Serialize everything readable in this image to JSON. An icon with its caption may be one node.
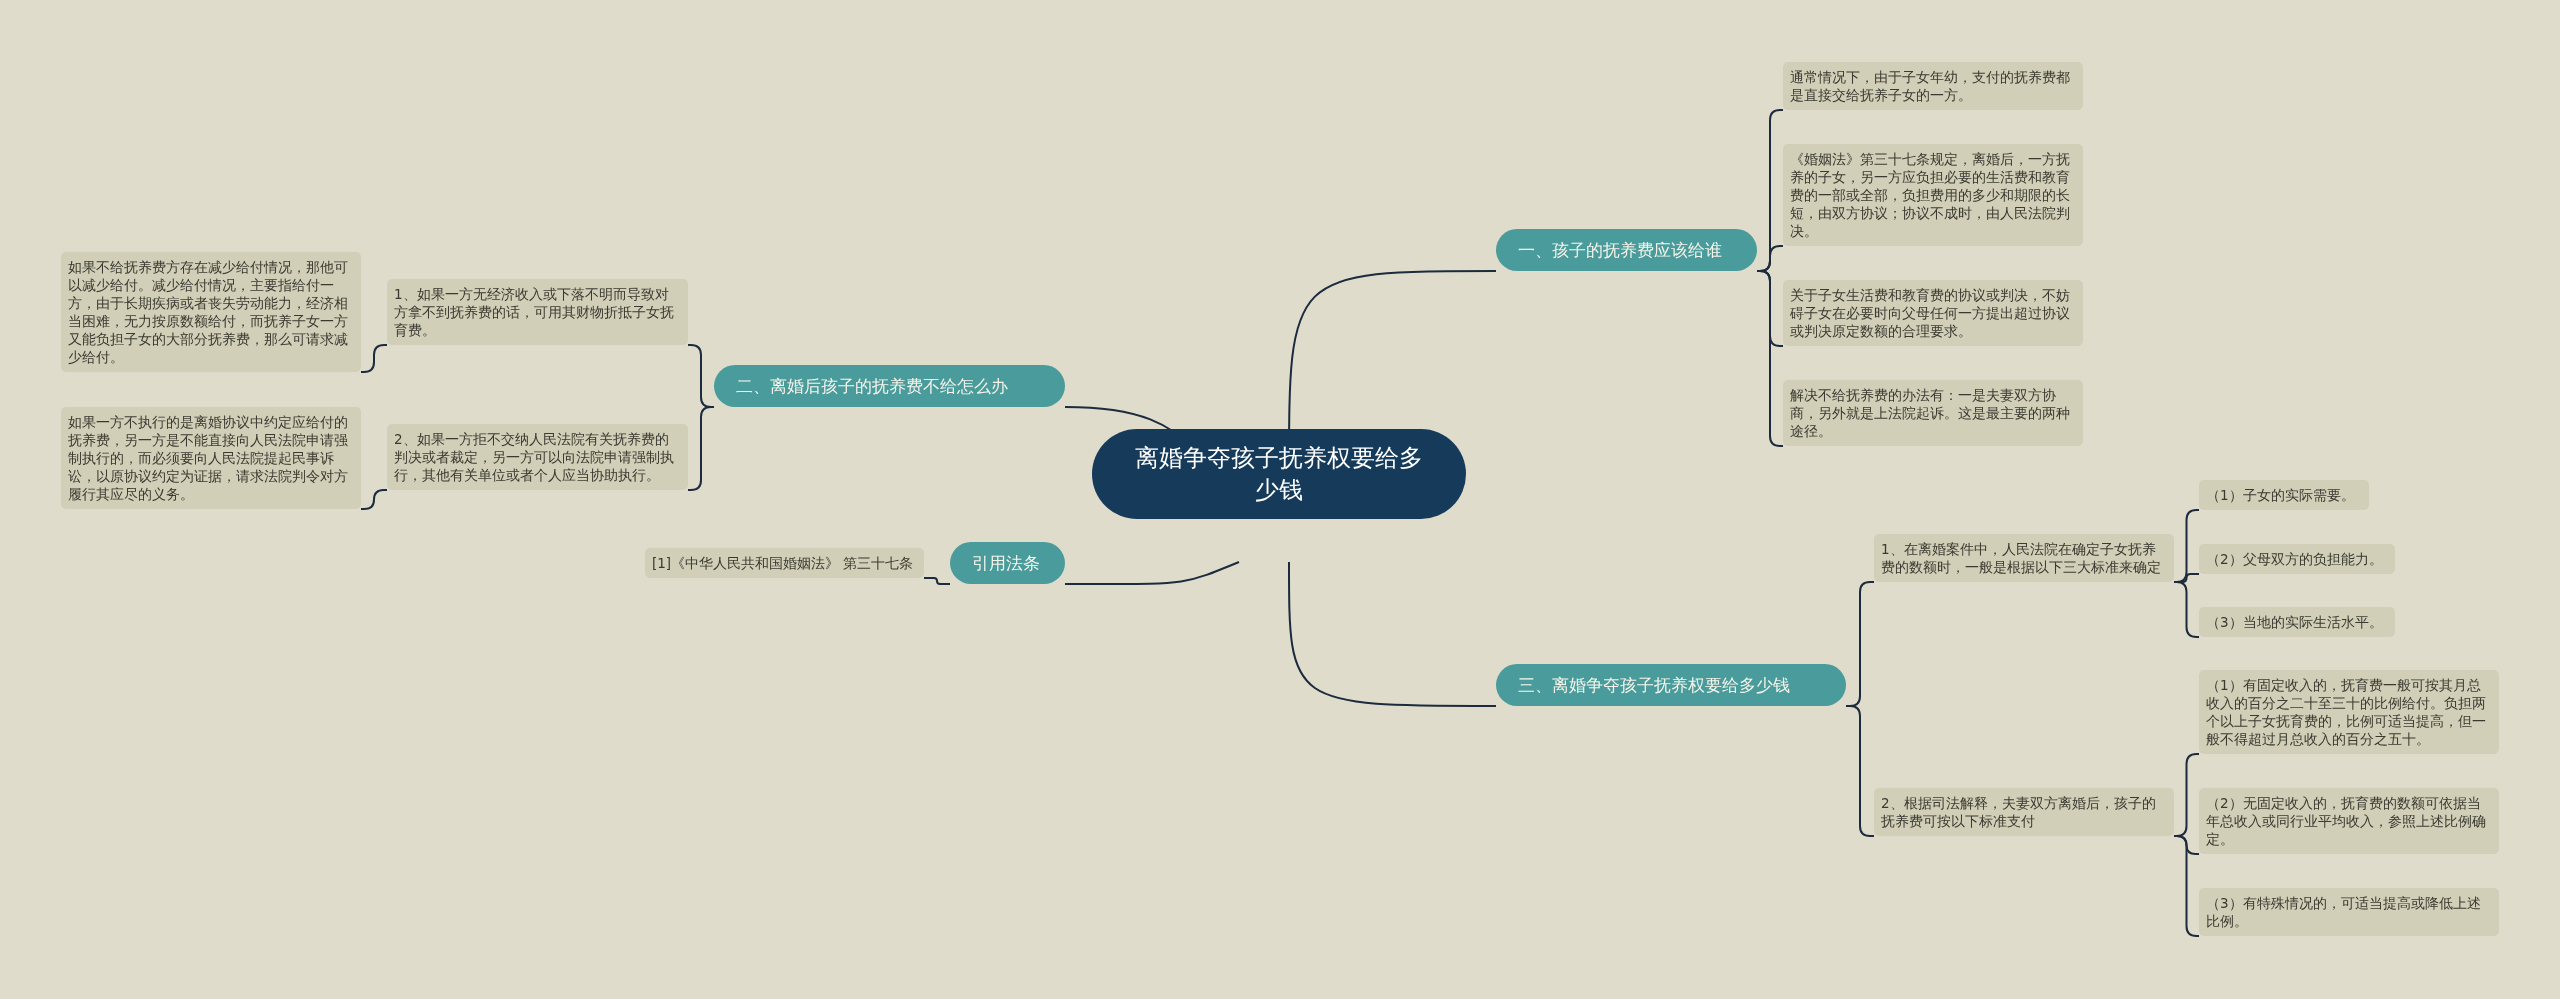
{
  "diagram": {
    "nodes": [
      {
        "text": [
          "离婚争夺孩子抚养权要给多少钱"
        ]
      },
      {
        "text": [
          "一、孩子的抚养费应该给谁"
        ]
      },
      {
        "text": [
          "通常情况下，由于子女年幼，支付的抚养费都是直接交给抚养子女的一方。"
        ]
      },
      {
        "text": [
          "《婚姻法》第三十七条规定，离婚后，一方抚养的子女，另一方应负担必要的生活费和教育费的一部或全部，负担费用的多少和期限的长短，由双方协议；协议不成时，由人民法院判决。"
        ]
      },
      {
        "text": [
          "关于子女生活费和教育费的协议或判决，不妨碍子女在必要时向父母任何一方提出超过协议或判决原定数额的合理要求。"
        ]
      },
      {
        "text": [
          "解决不给抚养费的办法有：一是夫妻双方协商，另外就是上法院起诉。这是最主要的两种途径。"
        ]
      },
      {
        "text": [
          "三、离婚争夺孩子抚养权要给多少钱"
        ]
      },
      {
        "text": [
          "1、在离婚案件中，人民法院在确定子女抚养费的数额时，一般是根据以下三大标准来确定"
        ]
      },
      {
        "text": [
          "（1）子女的实际需要。"
        ]
      },
      {
        "text": [
          "（2）父母双方的负担能力。"
        ]
      },
      {
        "text": [
          "（3）当地的实际生活水平。"
        ]
      },
      {
        "text": [
          "2、根据司法解释，夫妻双方离婚后，孩子的抚养费可按以下标准支付"
        ]
      },
      {
        "text": [
          "（1）有固定收入的，抚育费一般可按其月总收入的百分之二十至三十的比例给付。负担两个以上子女抚育费的，比例可适当提高，但一般不得超过月总收入的百分之五十。"
        ]
      },
      {
        "text": [
          "（2）无固定收入的，抚育费的数额可依据当年总收入或同行业平均收入，参照上述比例确定。"
        ]
      },
      {
        "text": [
          "（3）有特殊情况的，可适当提高或降低上述比例。"
        ]
      },
      {
        "text": [
          "二、离婚后孩子的抚养费不给怎么办"
        ]
      },
      {
        "text": [
          "1、如果一方无经济收入或下落不明而导致对方拿不到抚养费的话，可用其财物折抵子女抚育费。"
        ]
      },
      {
        "text": [
          "2、如果一方拒不交纳人民法院有关抚养费的判决或者裁定，另一方可以向法院申请强制执行，其他有关单位或者个人应当协助执行。"
        ]
      },
      {
        "text": [
          "如果不给抚养费方存在减少给付情况，那他可以减少给付。减少给付情况，主要指给付一方，由于长期疾病或者丧失劳动能力，经济相当困难，无力按原数额给付，而抚养子女一方又能负担子女的大部分抚养费，那么可请求减少给付。"
        ]
      },
      {
        "text": [
          "如果一方不执行的是离婚协议中约定应给付的抚养费，另一方是不能直接向人民法院申请强制执行的，而必须要向人民法院提起民事诉讼，以原协议约定为证据，请求法院判令对方履行其应尽的义务。"
        ]
      },
      {
        "text": [
          "引用法条"
        ]
      },
      {
        "text": [
          "[1]《中华人民共和国婚姻法》 第三十七条"
        ]
      }
    ],
    "edges": [
      {
        "from": 0,
        "to": 1,
        "arrow": "none"
      },
      {
        "from": 0,
        "to": 6,
        "arrow": "none"
      },
      {
        "from": 0,
        "to": 15,
        "arrow": "none"
      },
      {
        "from": 0,
        "to": 20,
        "arrow": "none"
      },
      {
        "from": 1,
        "to": 2,
        "arrow": "none"
      },
      {
        "from": 1,
        "to": 3,
        "arrow": "none"
      },
      {
        "from": 1,
        "to": 4,
        "arrow": "none"
      },
      {
        "from": 1,
        "to": 5,
        "arrow": "none"
      },
      {
        "from": 6,
        "to": 7,
        "arrow": "none"
      },
      {
        "from": 6,
        "to": 11,
        "arrow": "none"
      },
      {
        "from": 7,
        "to": 8,
        "arrow": "none"
      },
      {
        "from": 7,
        "to": 9,
        "arrow": "none"
      },
      {
        "from": 7,
        "to": 10,
        "arrow": "none"
      },
      {
        "from": 11,
        "to": 12,
        "arrow": "none"
      },
      {
        "from": 11,
        "to": 13,
        "arrow": "none"
      },
      {
        "from": 11,
        "to": 14,
        "arrow": "none"
      },
      {
        "from": 15,
        "to": 16,
        "arrow": "none"
      },
      {
        "from": 15,
        "to": 17,
        "arrow": "none"
      },
      {
        "from": 16,
        "to": 18,
        "arrow": "none"
      },
      {
        "from": 17,
        "to": 19,
        "arrow": "none"
      },
      {
        "from": 20,
        "to": 21,
        "arrow": "none"
      }
    ]
  }
}
